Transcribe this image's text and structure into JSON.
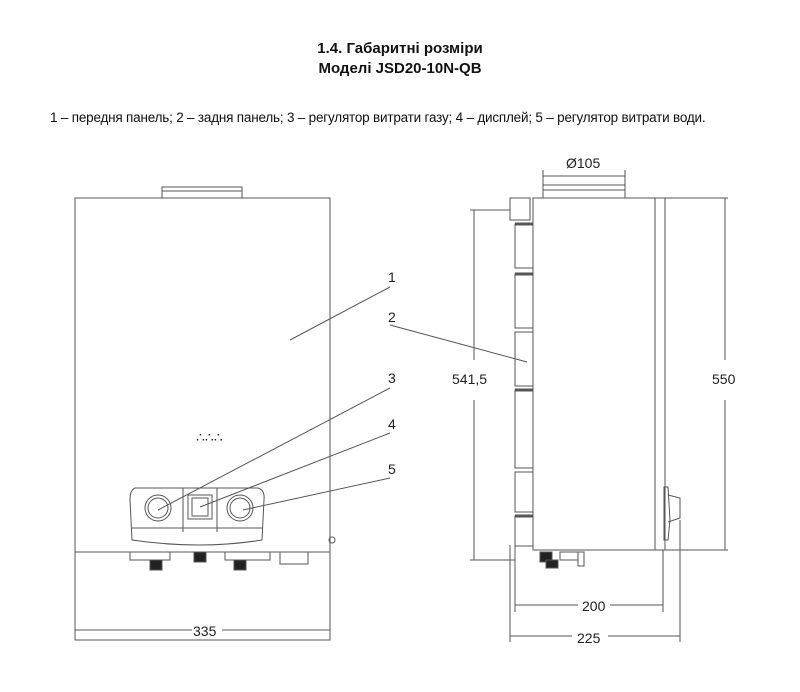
{
  "header": {
    "title": "1.4. Габаритні розміри",
    "subtitle": "Моделі JSD20-10N-QB"
  },
  "legend": "1 – передня панель; 2 – задня панель; 3 – регулятор витрати газу; 4 – дисплей; 5 – регулятор витрати води.",
  "callouts": [
    "1",
    "2",
    "3",
    "4",
    "5"
  ],
  "dimensions": {
    "front_width": "335",
    "flue_diameter": "Ø105",
    "side_height_inner": "541,5",
    "side_height": "550",
    "depth_body": "200",
    "depth_total": "225"
  }
}
